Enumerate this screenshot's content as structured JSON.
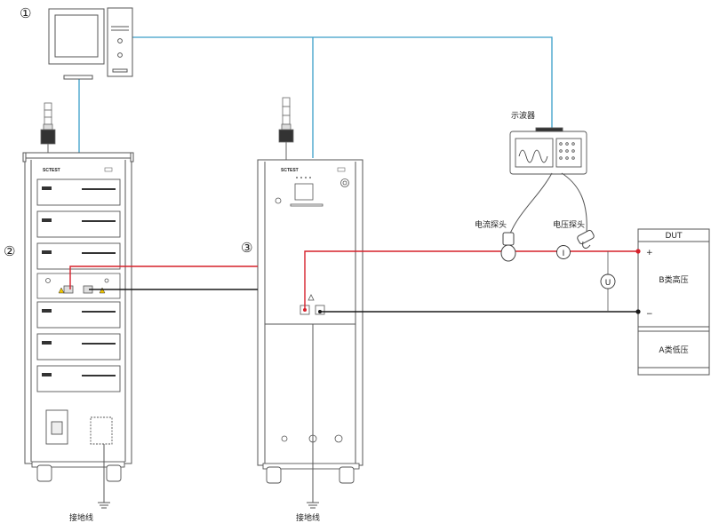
{
  "labels": {
    "marker_1": "①",
    "marker_2": "②",
    "marker_3": "③",
    "oscilloscope": "示波器",
    "current_probe": "电流探头",
    "voltage_probe": "电压探头",
    "dut_title": "DUT",
    "b_class_hv": "B类高压",
    "a_class_lv": "A类低压",
    "ground_left": "接地线",
    "ground_right": "接地线",
    "plus": "+",
    "minus": "−",
    "current_symbol": "I",
    "voltage_symbol": "U",
    "brand_left": "SCTEST",
    "brand_right": "SCTEST"
  },
  "colors": {
    "network_line": "#3a9ec8",
    "positive_line": "#d6202a",
    "negative_line": "#1a1a1a",
    "equipment_outline": "#555555"
  }
}
